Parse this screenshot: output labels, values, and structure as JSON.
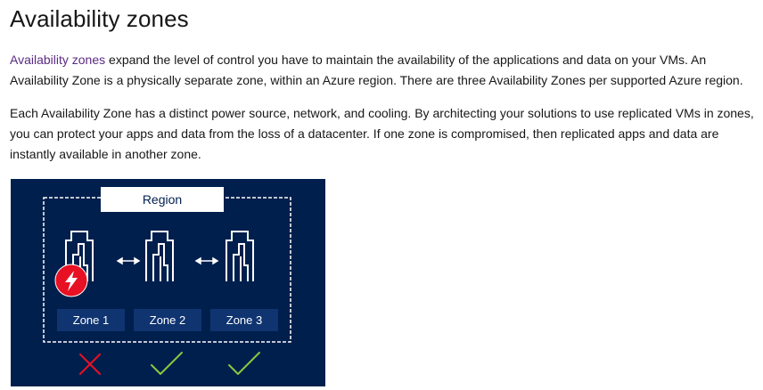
{
  "heading": "Availability zones",
  "paragraph1": {
    "link_text": "Availability zones",
    "text": " expand the level of control you have to maintain the availability of the applications and data on your VMs. An Availability Zone is a physically separate zone, within an Azure region. There are three Availability Zones per supported Azure region."
  },
  "paragraph2": "Each Availability Zone has a distinct power source, network, and cooling. By architecting your solutions to use replicated VMs in zones, you can protect your apps and data from the loss of a datacenter. If one zone is compromised, then replicated apps and data are instantly available in another zone.",
  "diagram": {
    "region_label": "Region",
    "zones": [
      {
        "label": "Zone 1",
        "status": "failed"
      },
      {
        "label": "Zone 2",
        "status": "ok"
      },
      {
        "label": "Zone 3",
        "status": "ok"
      }
    ],
    "colors": {
      "background": "#001f4d",
      "zone_box": "#0f3470",
      "outline": "#ffffff",
      "alert": "#e81123",
      "x_mark": "#e81123",
      "check_mark": "#8cc63f"
    },
    "icons": [
      "datacenter-building-icon",
      "bidirectional-arrow-icon",
      "lightning-alert-icon",
      "x-mark-icon",
      "check-mark-icon"
    ]
  }
}
